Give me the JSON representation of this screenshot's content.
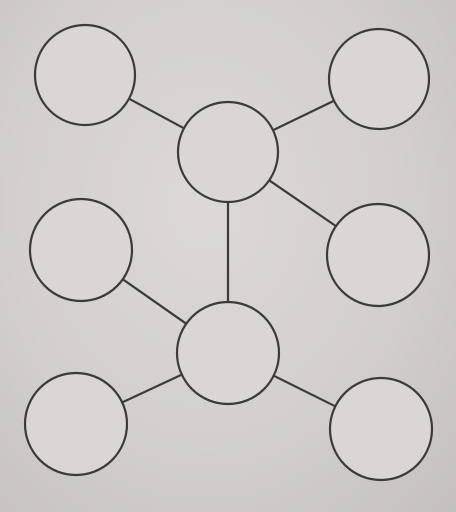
{
  "diagram": {
    "nodes": [
      {
        "id": "n1",
        "label": ""
      },
      {
        "id": "n2",
        "label": ""
      },
      {
        "id": "n3",
        "label": ""
      },
      {
        "id": "n4",
        "label": ""
      },
      {
        "id": "n5",
        "label": ""
      },
      {
        "id": "n6",
        "label": ""
      },
      {
        "id": "n7",
        "label": ""
      },
      {
        "id": "n8",
        "label": ""
      }
    ],
    "edges": [
      {
        "from": "n1",
        "to": "n3"
      },
      {
        "from": "n2",
        "to": "n3"
      },
      {
        "from": "n3",
        "to": "n5"
      },
      {
        "from": "n3",
        "to": "n6"
      },
      {
        "from": "n4",
        "to": "n6"
      },
      {
        "from": "n6",
        "to": "n7"
      },
      {
        "from": "n6",
        "to": "n8"
      }
    ],
    "colors": {
      "stroke": "#3d3b39",
      "node_fill": "#dad7d2",
      "background": "#d3d0cb"
    }
  }
}
